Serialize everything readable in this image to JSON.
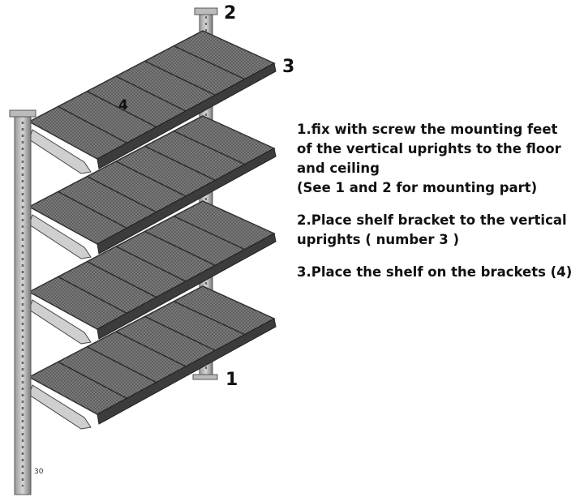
{
  "labels": {
    "part_1": "1",
    "part_2": "2",
    "part_3": "3",
    "part_4": "4",
    "upright_mark": "30"
  },
  "instructions": [
    "1.fix with screw the mounting feet of the vertical uprights to the floor and ceiling\n(See 1 and 2 for mounting part)",
    "2.Place shelf bracket to the vertical uprights ( number 3 )",
    "3.Place the shelf on the brackets (4)"
  ],
  "colors": {
    "metal_dark": "#4a4a4a",
    "metal_mid": "#8c8c8c",
    "metal_light": "#c8c8c8",
    "mesh": "#555555"
  },
  "shelf_count": 4
}
